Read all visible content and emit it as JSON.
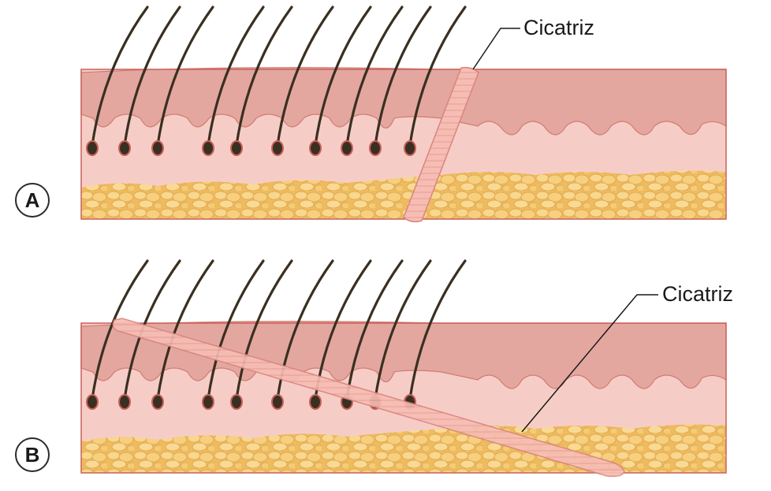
{
  "panels": [
    {
      "label": "A",
      "scar_label": "Cicatriz"
    },
    {
      "label": "B",
      "scar_label": "Cicatriz"
    }
  ],
  "colors": {
    "epidermis": "#e3a7a0",
    "dermis": "#f6cdc6",
    "fat": "#f1c067",
    "fat_globule": "#f7d488",
    "scar": "#f5b9b1",
    "hair": "#3a3021",
    "outline": "#c9605a"
  }
}
